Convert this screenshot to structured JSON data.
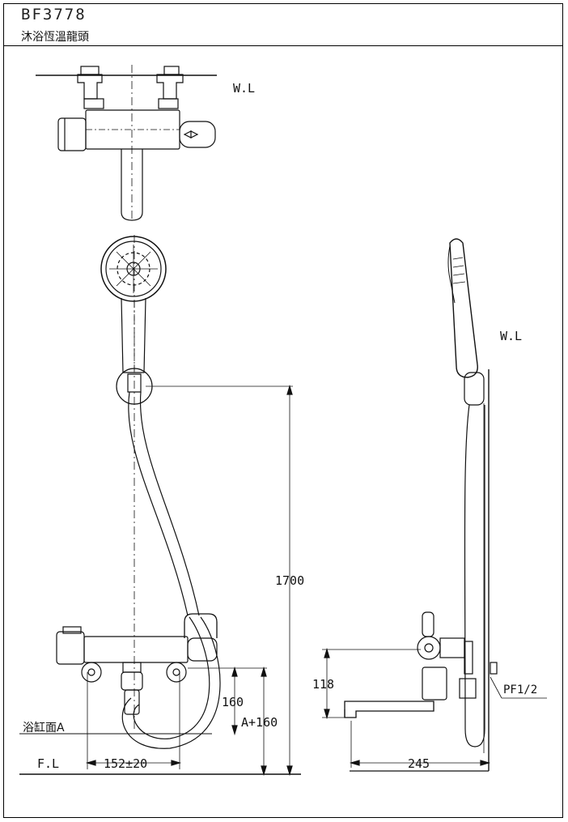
{
  "header": {
    "model": "BF3778",
    "product_name": "沐浴恆溫龍頭"
  },
  "labels": {
    "wl_top": "W.L",
    "wl_side": "W.L",
    "fl": "F.L",
    "bath_surface": "浴缸面A",
    "pf": "PF1/2"
  },
  "dimensions": {
    "height_total": "1700",
    "height_inlet": "160",
    "height_a": "A+160",
    "spacing": "152±20",
    "depth": "245",
    "side_height": "118"
  }
}
